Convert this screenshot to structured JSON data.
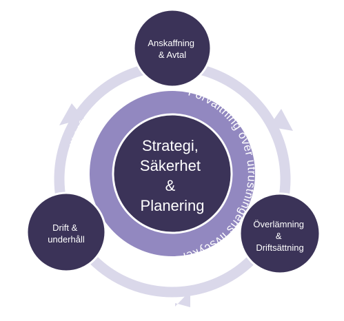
{
  "center": {
    "lines": [
      "Strategi,",
      "Säkerhet",
      "&",
      "Planering"
    ]
  },
  "ring": {
    "left_text": "Teknikpartner till Vården",
    "right_text": "Förvaltning över utrustningens livscykel"
  },
  "nodes": {
    "top": {
      "lines": [
        "Anskaffning",
        "& Avtal"
      ]
    },
    "right": {
      "lines": [
        "Överlämning",
        "&",
        "Driftsättning"
      ]
    },
    "left": {
      "lines": [
        "Drift &",
        "underhåll"
      ]
    }
  },
  "colors": {
    "node_fill": "#3b3358",
    "ring_fill": "#9288c0",
    "outer_cycle": "#dad8ea",
    "center_border": "#ffffff",
    "text": "#ffffff"
  }
}
